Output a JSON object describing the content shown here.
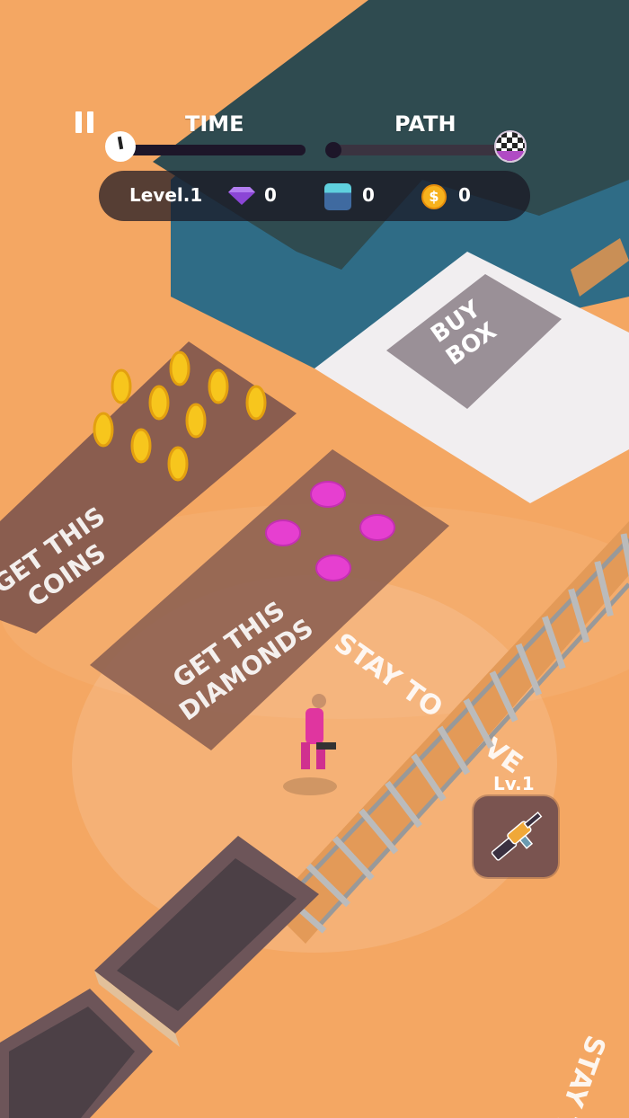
{
  "hud": {
    "pause_icon": "pause-icon",
    "time_label": "TIME",
    "path_label": "PATH",
    "time_progress": 1.0,
    "path_progress": 0.0,
    "level": "Level.1",
    "diamonds": "0",
    "boxes": "0",
    "coins": "0",
    "coin_symbol": "$"
  },
  "scene": {
    "buy_box_line1": "BUY",
    "buy_box_line2": "BOX",
    "coins_pad_line1": "GET THIS",
    "coins_pad_line2": "COINS",
    "diamonds_pad_line1": "GET THIS",
    "diamonds_pad_line2": "DIAMONDS",
    "stay_to_move": "STAY TO MOVE",
    "stay_partial": "STAY T"
  },
  "weapon": {
    "level": "Lv.1",
    "icon": "rifle-icon"
  },
  "colors": {
    "ground": "#f4a763",
    "roof": "#2f4b50",
    "wall": "#2f6c86",
    "pad": "#8a5d4f",
    "gem": "#e63fd0",
    "coin": "#f7c61d"
  }
}
